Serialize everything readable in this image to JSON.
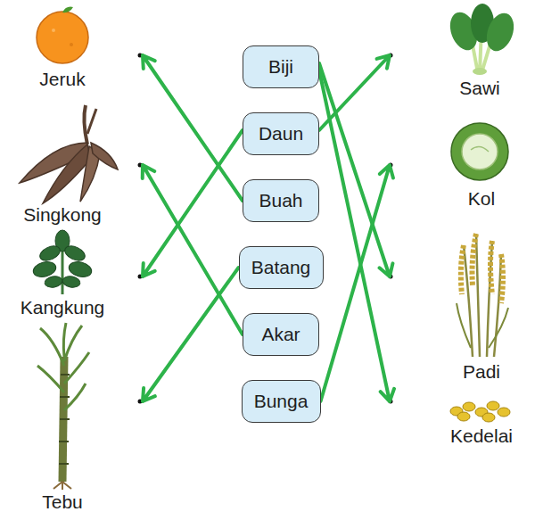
{
  "diagram": {
    "nodes": [
      {
        "text": [
          "Jeruk"
        ]
      },
      {
        "text": [
          "Singkong"
        ]
      },
      {
        "text": [
          "Kangkung"
        ]
      },
      {
        "text": [
          "Tebu"
        ]
      },
      {
        "text": [
          "Biji"
        ]
      },
      {
        "text": [
          "Daun"
        ]
      },
      {
        "text": [
          "Buah"
        ]
      },
      {
        "text": [
          "Batang"
        ]
      },
      {
        "text": [
          "Akar"
        ]
      },
      {
        "text": [
          "Bunga"
        ]
      },
      {
        "text": [
          "Sawi"
        ]
      },
      {
        "text": [
          "Kol"
        ]
      },
      {
        "text": [
          "Padi"
        ]
      },
      {
        "text": [
          "Kedelai"
        ]
      }
    ],
    "edges": [
      {
        "from": 4,
        "to": 12,
        "arrow": "to"
      },
      {
        "from": 4,
        "to": 13,
        "arrow": "to"
      },
      {
        "from": 5,
        "to": 10,
        "arrow": "to"
      },
      {
        "from": 5,
        "to": 2,
        "arrow": "to"
      },
      {
        "from": 6,
        "to": 0,
        "arrow": "to"
      },
      {
        "from": 7,
        "to": 3,
        "arrow": "to"
      },
      {
        "from": 8,
        "to": 1,
        "arrow": "to"
      },
      {
        "from": 9,
        "to": 11,
        "arrow": "to"
      }
    ]
  }
}
